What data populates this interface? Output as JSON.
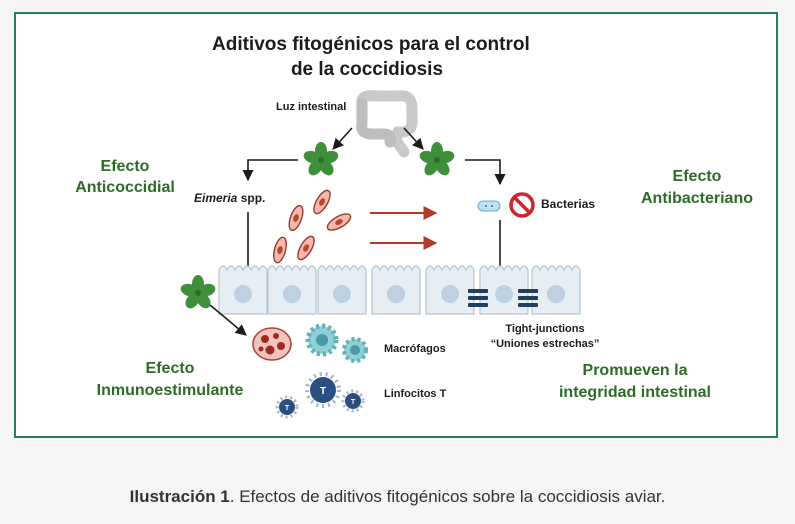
{
  "title_line1": "Aditivos fitogénicos para el control",
  "title_line2": "de la coccidiosis",
  "luz_intestinal": "Luz intestinal",
  "anticoccidial_line1": "Efecto",
  "anticoccidial_line2": "Anticoccidial",
  "antibacteriano_line1": "Efecto",
  "antibacteriano_line2": "Antibacteriano",
  "inmuno_line1": "Efecto",
  "inmuno_line2": "Inmunoestimulante",
  "integridad_line1": "Promueven la",
  "integridad_line2": "integridad intestinal",
  "eimeria_italic": "Eimeria",
  "eimeria_rest": " spp.",
  "bacterias": "Bacterias",
  "tight_line1": "Tight-junctions",
  "tight_line2": "“Uniones estrechas”",
  "macrofagos": "Macrófagos",
  "linfocitos": "Linfocitos T",
  "t_label": "T",
  "caption_bold": "Ilustración 1",
  "caption_text": ". Efectos de aditivos fitogénicos sobre la coccidiosis aviar.",
  "colors": {
    "border": "#2a7a6c",
    "green_text": "#2e6b27",
    "arrow_red": "#b23a2a",
    "leaf": "#3f8f3a"
  },
  "icons": [
    "intestine-icon",
    "leaf-icon",
    "eimeria-cell-icon",
    "bacteria-icon",
    "prohibited-icon",
    "epithelial-cell-icon",
    "tight-junction-icon",
    "macrophage-icon",
    "lymphocyte-icon"
  ]
}
